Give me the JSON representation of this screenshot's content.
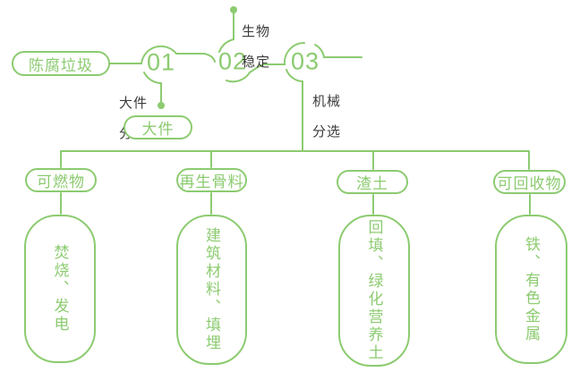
{
  "colors": {
    "green": "#8ccb70",
    "label_dark": "#3b3b3b"
  },
  "diagram": {
    "source": "陈腐垃圾",
    "steps": [
      {
        "num": "01",
        "label1": "大件",
        "label2": "分选"
      },
      {
        "num": "02",
        "label1": "生物",
        "label2": "稳定"
      },
      {
        "num": "03",
        "label1": "机械",
        "label2": "分选"
      }
    ],
    "bulky_output": "大件",
    "outputs": [
      {
        "category": "可燃物",
        "result": "焚烧、发电"
      },
      {
        "category": "再生骨料",
        "result": "建筑材料、填埋"
      },
      {
        "category": "渣土",
        "result": "回填、绿化营养土"
      },
      {
        "category": "可回收物",
        "result": "铁、有色金属"
      }
    ]
  }
}
